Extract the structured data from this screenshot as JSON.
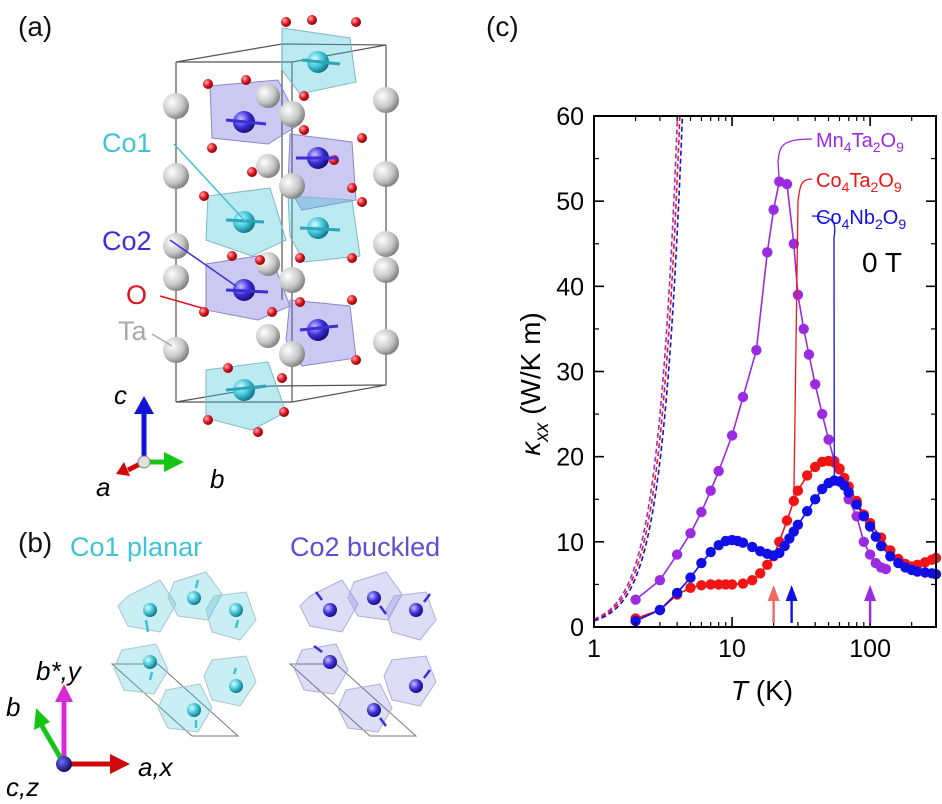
{
  "panels": {
    "a": "(a)",
    "b": "(b)",
    "c": "(c)"
  },
  "panel_a": {
    "labels": {
      "co1": "Co1",
      "co2": "Co2",
      "o": "O",
      "ta": "Ta"
    },
    "axes": {
      "c": "c",
      "a": "a",
      "b": "b"
    }
  },
  "panel_b": {
    "co1_title": "Co1 planar",
    "co2_title": "Co2 buckled",
    "axes": {
      "b_star_y": "b*,y",
      "b": "b",
      "c_z": "c,z",
      "a_x": "a,x"
    }
  },
  "colors": {
    "co1": "#3ec3d6",
    "co2": "#3d2fd8",
    "oxygen": "#e0141e",
    "tantalum": "#bdbdbd",
    "mn": "#9b2be0",
    "co_ta": "#f01414",
    "co_nb": "#1010e6"
  },
  "chart_data": {
    "type": "line",
    "xscale": "log",
    "xlim": [
      1,
      300
    ],
    "ylim": [
      0,
      60
    ],
    "xlabel_symbol": "T",
    "xlabel_unit": "(K)",
    "ylabel_symbol": "κ",
    "ylabel_sub": "xx",
    "ylabel_unit": "(W/K m)",
    "field_label": "0 T",
    "xticks": [
      {
        "v": 1,
        "label": "1"
      },
      {
        "v": 10,
        "label": "10"
      },
      {
        "v": 100,
        "label": "100"
      }
    ],
    "yticks": [
      0,
      10,
      20,
      30,
      40,
      50,
      60
    ],
    "series": [
      {
        "name_parts": [
          "Mn",
          "4",
          "Ta",
          "2",
          "O",
          "9"
        ],
        "color": "#9b2be0",
        "x": [
          2,
          3,
          4,
          5,
          6,
          7,
          8,
          10,
          12,
          15,
          18,
          20,
          22,
          25,
          28,
          30,
          33,
          36,
          40,
          45,
          50,
          55,
          60,
          70,
          80,
          90,
          100,
          110,
          120,
          130
        ],
        "y": [
          3.2,
          5.5,
          8.5,
          11,
          13.5,
          16,
          18.3,
          22.5,
          27,
          32.5,
          44,
          49,
          52.3,
          52,
          45,
          39,
          35,
          32,
          28.5,
          25,
          22,
          19.5,
          18.5,
          15,
          13,
          10,
          8.5,
          7.5,
          7,
          6.8
        ],
        "transition_T": 100
      },
      {
        "name_parts": [
          "Co",
          "4",
          "Ta",
          "2",
          "O",
          "9"
        ],
        "color": "#f01414",
        "x": [
          2,
          3,
          4,
          5,
          6,
          7,
          8,
          9,
          10,
          12,
          14,
          16,
          18,
          20,
          22,
          25,
          28,
          30,
          35,
          40,
          45,
          50,
          55,
          60,
          65,
          70,
          80,
          90,
          100,
          120,
          140,
          160,
          180,
          200,
          220,
          250,
          280,
          300
        ],
        "y": [
          1,
          2,
          3.8,
          4.6,
          4.9,
          5,
          5,
          5,
          5,
          5.1,
          5.5,
          6.3,
          7.3,
          8.3,
          10,
          12.5,
          14.8,
          16,
          17.8,
          18.8,
          19.4,
          19.5,
          19.3,
          18.6,
          17.5,
          16.5,
          14.8,
          13.2,
          12.2,
          10.5,
          9,
          8,
          7.4,
          7.1,
          7.3,
          7.6,
          7.9,
          8.1
        ],
        "transition_T": 20
      },
      {
        "name_parts": [
          "Co",
          "4",
          "Nb",
          "2",
          "O",
          "9"
        ],
        "color": "#1010e6",
        "x": [
          2,
          3,
          4,
          5,
          6,
          7,
          8,
          9,
          10,
          11,
          12,
          14,
          16,
          18,
          20,
          22,
          24,
          26,
          28,
          30,
          35,
          40,
          45,
          50,
          55,
          60,
          65,
          70,
          80,
          90,
          100,
          110,
          120,
          140,
          160,
          180,
          200,
          220,
          250,
          280,
          300
        ],
        "y": [
          0.7,
          2,
          4,
          5.8,
          7.5,
          8.8,
          9.6,
          10.1,
          10.2,
          10.1,
          9.9,
          9.4,
          8.9,
          8.6,
          8.4,
          8.7,
          9.5,
          10.4,
          11.2,
          12,
          13.6,
          15,
          16.2,
          16.9,
          17.2,
          17.1,
          16.6,
          15.8,
          14.4,
          13,
          11.8,
          10.6,
          9.5,
          8.3,
          7.5,
          7.0,
          6.7,
          6.5,
          6.4,
          6.3,
          6.2
        ],
        "transition_T": 27
      }
    ],
    "phonon_limits": [
      {
        "color": "#9b2be0",
        "scale": 0.092
      },
      {
        "color": "#f01414",
        "scale": 0.082
      },
      {
        "color": "#1010e6",
        "scale": 0.072
      }
    ]
  }
}
